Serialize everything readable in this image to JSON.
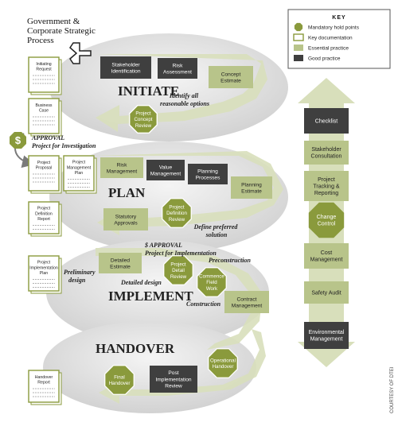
{
  "title_lines": [
    "Government &",
    "Corporate Strategic",
    "Process"
  ],
  "phases": {
    "initiate": "INITIATE",
    "plan": "PLAN",
    "implement": "IMPLEMENT",
    "handover": "HANDOVER"
  },
  "documents": {
    "initiating_request": [
      "Initiating",
      "Request"
    ],
    "business_case": [
      "Business",
      "Case"
    ],
    "project_proposal": [
      "Project",
      "Proposal"
    ],
    "project_management_plan": [
      "Project",
      "Management",
      "Plan"
    ],
    "project_definition_report": [
      "Project",
      "Definition",
      "Report"
    ],
    "project_implementation_plan": [
      "Project",
      "Implementation",
      "Plan"
    ],
    "handover_report": [
      "Handover",
      "Report"
    ]
  },
  "steps": {
    "stakeholder_identification": [
      "Stakeholder",
      "Identification"
    ],
    "risk_assessment": [
      "Risk",
      "Assessment"
    ],
    "concept_estimate": [
      "Concept",
      "Estimate"
    ],
    "risk_management": [
      "Risk",
      "Management"
    ],
    "value_management": [
      "Value",
      "Management"
    ],
    "planning_processes": [
      "Planning",
      "Processes"
    ],
    "planning_estimate": [
      "Planning",
      "Estimate"
    ],
    "statutory_approvals": [
      "Statutory",
      "Approvals"
    ],
    "detailed_estimate": [
      "Detailed",
      "Estimate"
    ],
    "contract_management": [
      "Contract",
      "Management"
    ],
    "post_implementation_review": [
      "Post",
      "Implementation",
      "Review"
    ]
  },
  "hold_points": {
    "project_concept_review": [
      "Project",
      "Concept",
      "Review"
    ],
    "project_definition_review": [
      "Project",
      "Definition",
      "Review"
    ],
    "project_detail_review": [
      "Project",
      "Detail",
      "Review"
    ],
    "commence_field_work": [
      "Commence",
      "Field",
      "Work"
    ],
    "operational_handover": [
      "Operational",
      "Handover"
    ],
    "final_handover": [
      "Final",
      "Handover"
    ]
  },
  "annotations": {
    "identify_options": [
      "Identify all",
      "reasonable options"
    ],
    "approval_investigation": [
      "APPROVAL",
      "Project for Investigation"
    ],
    "define_preferred": [
      "Define preferred",
      "solution"
    ],
    "approval_implementation": [
      "$ APPROVAL",
      "Project for Implementation"
    ],
    "preconstruction": "Preconstruction",
    "preliminary_design": [
      "Preliminary",
      "design"
    ],
    "detailed_design": "Detailed design",
    "construction": "Construction"
  },
  "dollar_symbol": "$",
  "key": {
    "title": "KEY",
    "items": [
      {
        "label": "Mandatory hold points",
        "shape": "octagon",
        "color": "#8a9a3c"
      },
      {
        "label": "Key documentation",
        "shape": "outline",
        "color": "#8a9a3c"
      },
      {
        "label": "Essential practice",
        "shape": "box",
        "color": "#b8c48a"
      },
      {
        "label": "Good practice",
        "shape": "box",
        "color": "#3f3f3f"
      }
    ]
  },
  "side_column": [
    {
      "label": [
        "Checklist"
      ],
      "kind": "dark"
    },
    {
      "label": [
        "Stakeholder",
        "Consultation"
      ],
      "kind": "light"
    },
    {
      "label": [
        "Project",
        "Tracking &",
        "Reporting"
      ],
      "kind": "light"
    },
    {
      "label": [
        "Change",
        "Control"
      ],
      "kind": "hold"
    },
    {
      "label": [
        "Cost",
        "Management"
      ],
      "kind": "light"
    },
    {
      "label": [
        "Safety Audit"
      ],
      "kind": "light"
    },
    {
      "label": [
        "Environmental",
        "Management"
      ],
      "kind": "dark"
    }
  ],
  "credit": "COURTESY OF DTEI",
  "colors": {
    "olive": "#8a9a3c",
    "light_green": "#b8c48a",
    "arrow_green": "#d8dfbb",
    "dark": "#3f3f3f",
    "ellipse": "#e6e6e6"
  }
}
